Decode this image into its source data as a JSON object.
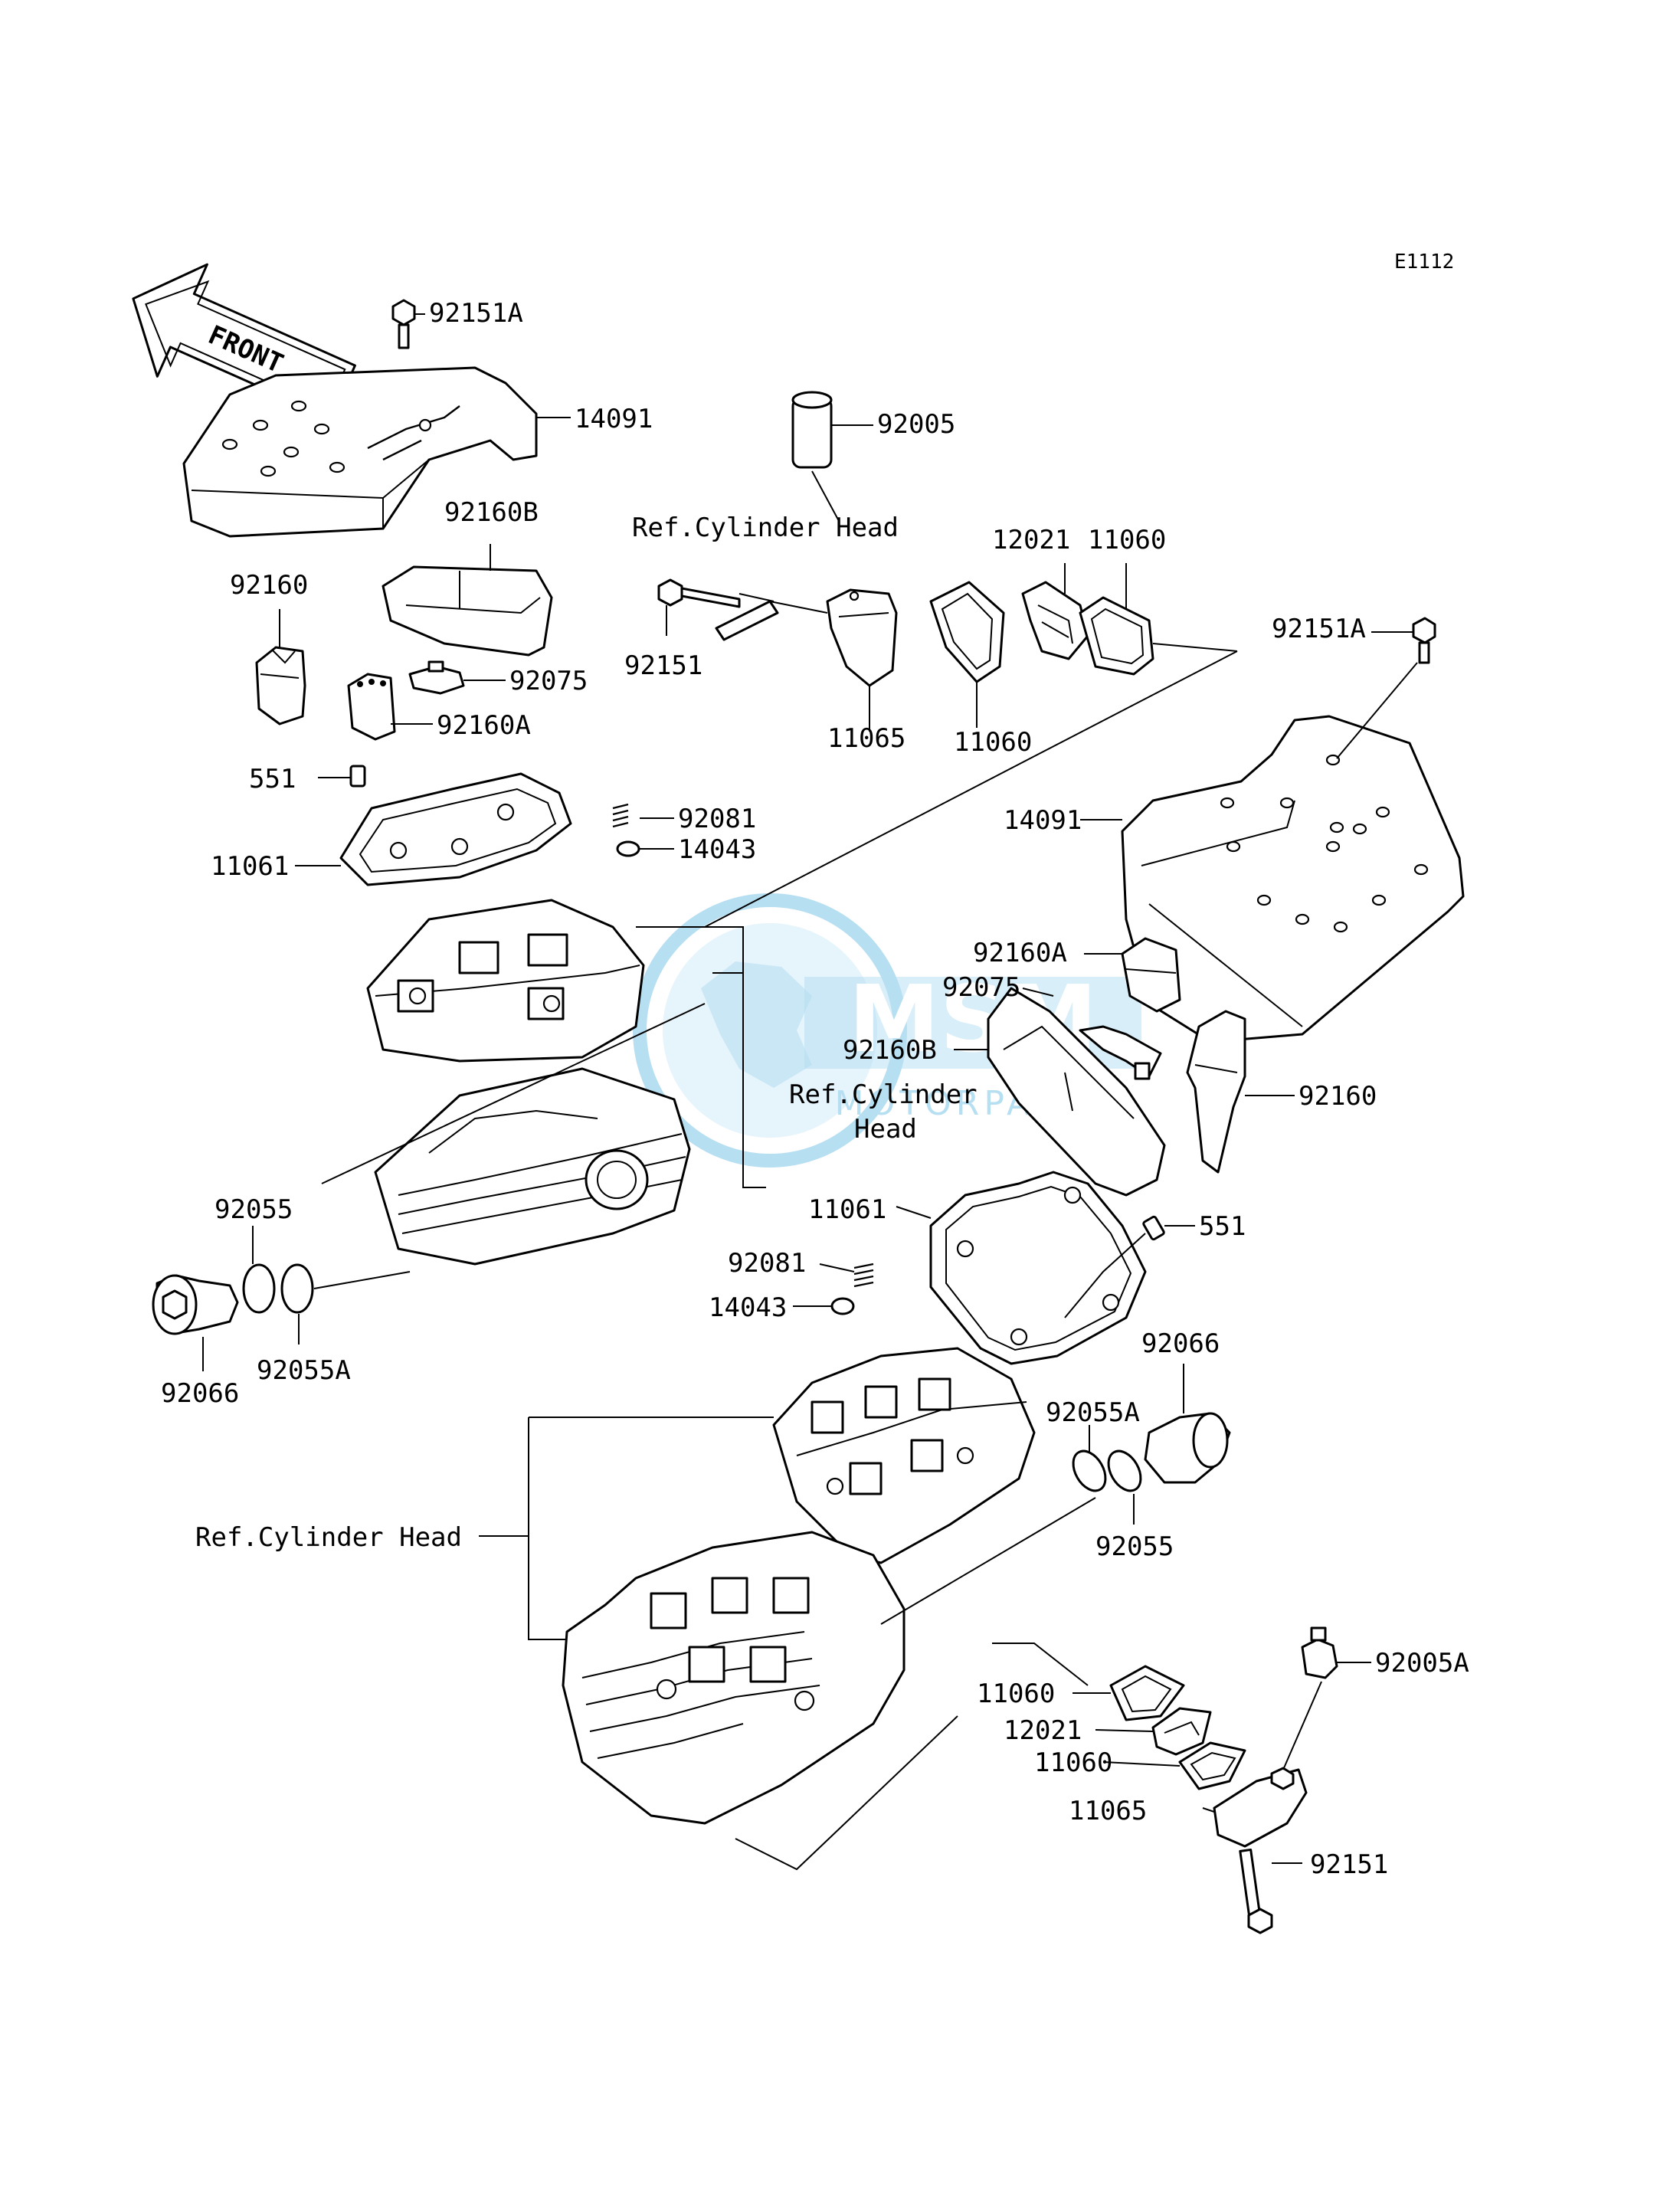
{
  "diagram_code": "E1112",
  "front_arrow": {
    "label": "FRONT"
  },
  "watermark": {
    "brand_text": "MSM",
    "sub_text": "MOTORPARTS",
    "color": "#1d9ad6"
  },
  "references": {
    "ref_top": "Ref.Cylinder Head",
    "ref_mid_line1": "Ref.Cylinder",
    "ref_mid_line2": "Head",
    "ref_bottom": "Ref.Cylinder Head"
  },
  "callouts": {
    "c92151A_top": "92151A",
    "c14091_left": "14091",
    "c92005": "92005",
    "c92160B_top": "92160B",
    "c92160_left": "92160",
    "c12021_top": "12021",
    "c11060_top_right": "11060",
    "c92151A_right": "92151A",
    "c92151_top": "92151",
    "c92075_top": "92075",
    "c92160A_top": "92160A",
    "c11065_top": "11065",
    "c11060_top_bottom": "11060",
    "c551_left": "551",
    "c92081_top": "92081",
    "c14043_top": "14043",
    "c11061_left": "11061",
    "c14091_right": "14091",
    "c92160A_right": "92160A",
    "c92075_right": "92075",
    "c92160B_right": "92160B",
    "c92160_right": "92160",
    "c92055_left": "92055",
    "c11061_right": "11061",
    "c551_right": "551",
    "c92081_bottom": "92081",
    "c14043_bottom": "14043",
    "c92066_left": "92066",
    "c92055A_left": "92055A",
    "c92066_right": "92066",
    "c92055A_right": "92055A",
    "c92055_right": "92055",
    "c92005A": "92005A",
    "c11060_bottom_top": "11060",
    "c12021_bottom": "12021",
    "c11060_bottom_bottom": "11060",
    "c11065_bottom": "11065",
    "c92151_bottom": "92151"
  }
}
